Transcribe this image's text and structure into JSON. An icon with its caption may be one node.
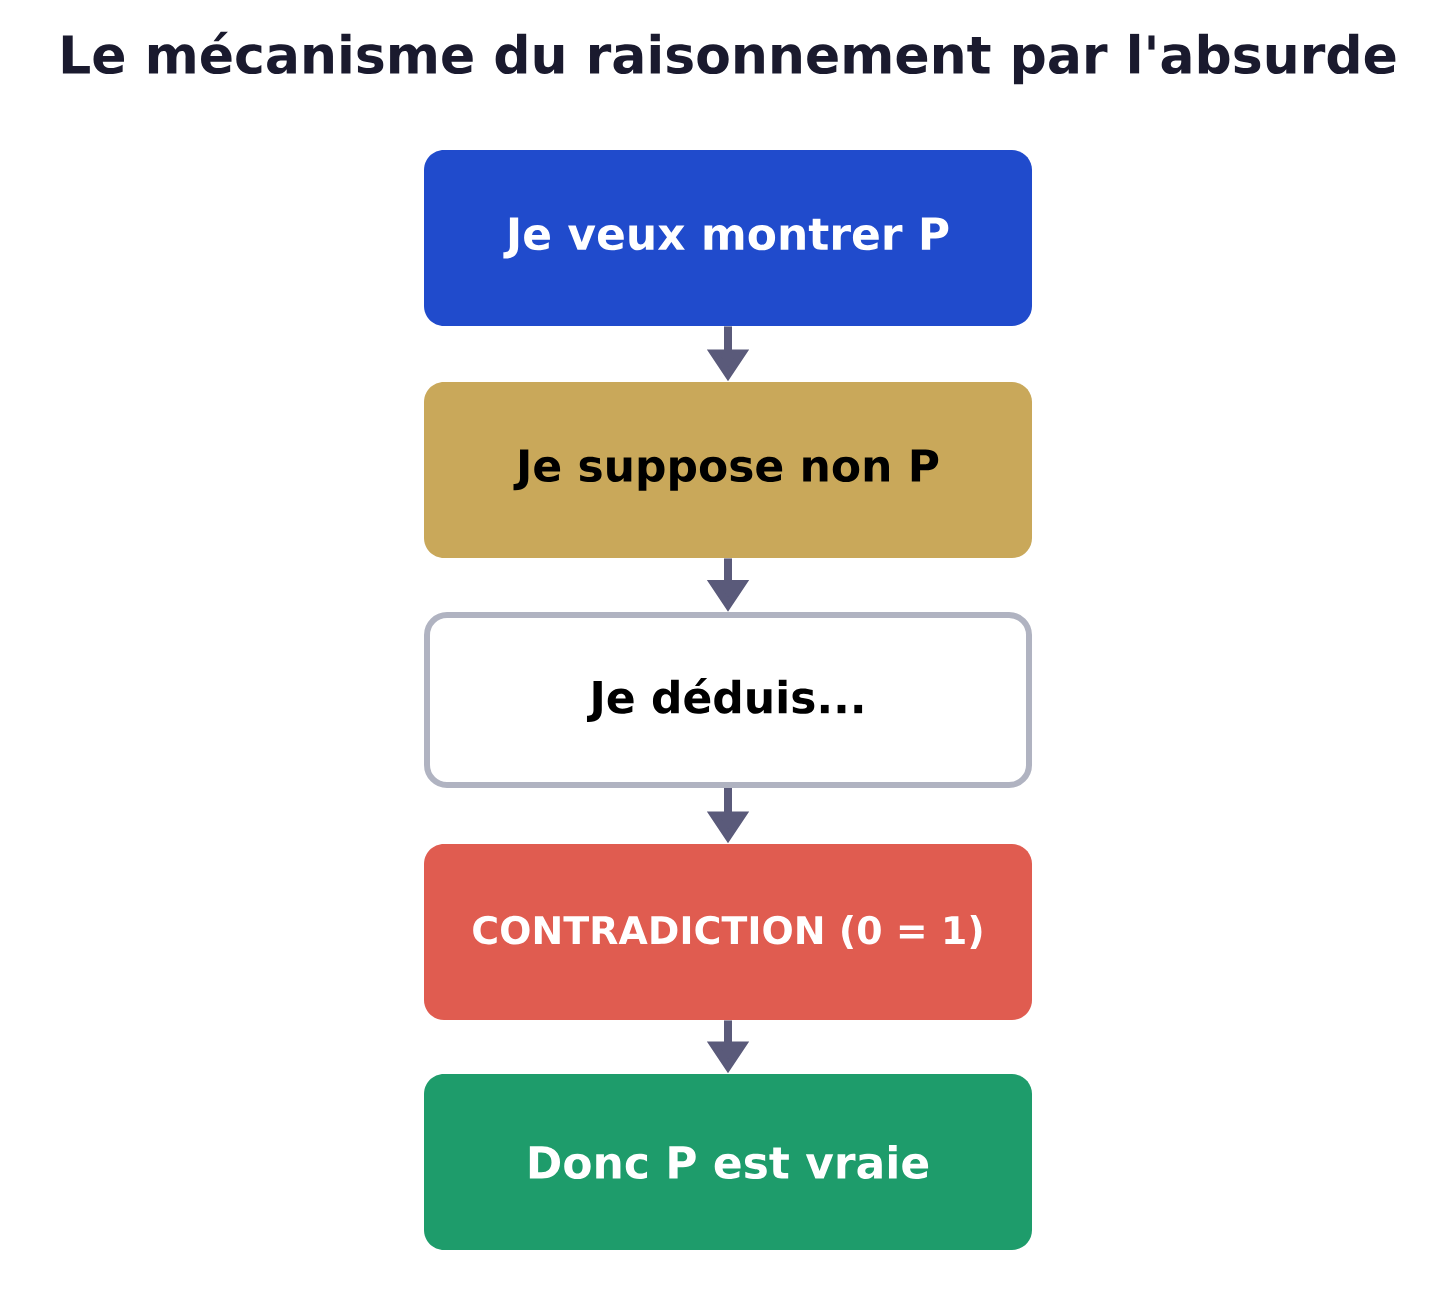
{
  "diagram": {
    "title": "Le mécanisme du raisonnement par l'absurde",
    "nodes": [
      {
        "text": [
          "Je veux montrer P"
        ]
      },
      {
        "text": [
          "Je suppose non P"
        ]
      },
      {
        "text": [
          "Je déduis..."
        ]
      },
      {
        "text": [
          "CONTRADICTION (0 = 1)"
        ]
      },
      {
        "text": [
          "Donc P est vraie"
        ]
      }
    ],
    "edges": [
      {
        "from": 0,
        "to": 1,
        "arrow": "to"
      },
      {
        "from": 1,
        "to": 2,
        "arrow": "to"
      },
      {
        "from": 2,
        "to": 3,
        "arrow": "to"
      },
      {
        "from": 3,
        "to": 4,
        "arrow": "to"
      }
    ]
  }
}
